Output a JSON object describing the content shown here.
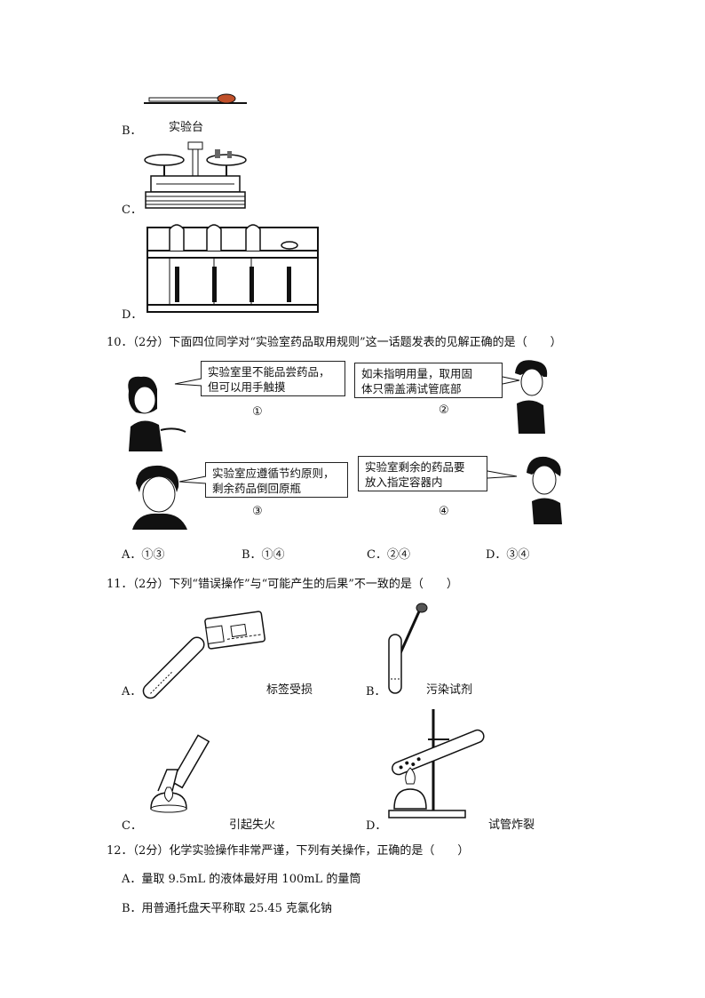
{
  "q9": {
    "option_b_letter": "B．",
    "option_b_caption": "实验台",
    "option_c_letter": "C．",
    "option_d_letter": "D．"
  },
  "q10": {
    "stem": "10．（2分）下面四位同学对“实验室药品取用规则”这一话题发表的见解正确的是（　　）",
    "bubbles": [
      {
        "line1": "实验室里不能品尝药品，",
        "line2": "但可以用手触摸",
        "num": "①"
      },
      {
        "line1": "如未指明用量，取用固",
        "line2": "体只需盖满试管底部",
        "num": "②"
      },
      {
        "line1": "实验室应遵循节约原则，",
        "line2": "剩余药品倒回原瓶",
        "num": "③"
      },
      {
        "line1": "实验室剩余的药品要",
        "line2": "放入指定容器内",
        "num": "④"
      }
    ],
    "options": [
      "A．①③",
      "B．①④",
      "C．②④",
      "D．③④"
    ]
  },
  "q11": {
    "stem": "11．（2分）下列“错误操作”与“可能产生的后果”不一致的是（　　）",
    "items": [
      {
        "letter": "A．",
        "caption": "标签受损"
      },
      {
        "letter": "B．",
        "caption": "污染试剂"
      },
      {
        "letter": "C．",
        "caption": "引起失火"
      },
      {
        "letter": "D．",
        "caption": "试管炸裂"
      }
    ]
  },
  "q12": {
    "stem": "12．（2分）化学实验操作非常严谨，下列有关操作，正确的是（　　）",
    "option_a": "A．量取 9.5mL 的液体最好用 100mL 的量筒",
    "option_b": "B．用普通托盘天平称取 25.45 克氯化钠"
  }
}
